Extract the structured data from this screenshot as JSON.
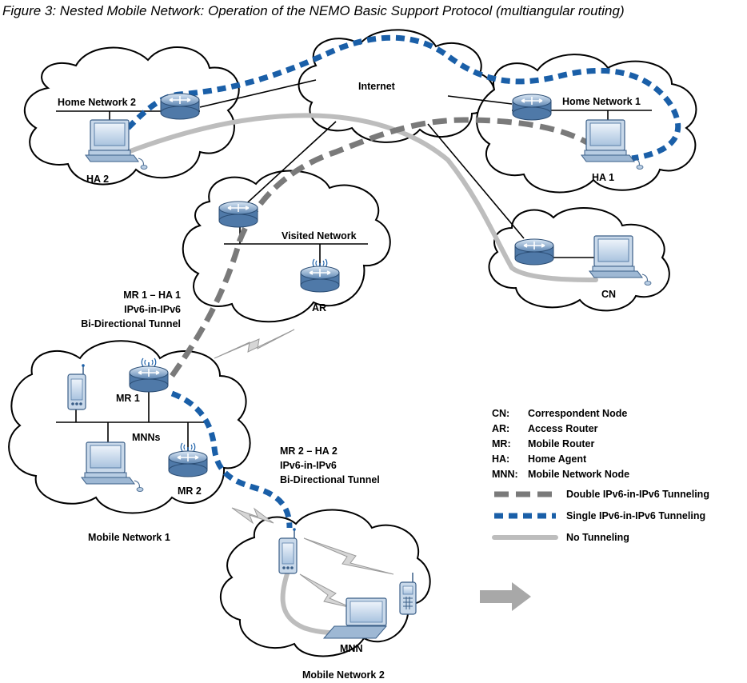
{
  "title": "Figure 3: Nested Mobile Network: Operation of the NEMO Basic Support Protocol (multiangular routing)",
  "clouds": {
    "internet": "Internet",
    "home_network_2": "Home Network 2",
    "home_network_1": "Home Network 1",
    "visited_network": "Visited Network",
    "mobile_network_1": "Mobile Network 1",
    "mobile_network_2": "Mobile Network 2"
  },
  "nodes": {
    "ha2": "HA 2",
    "ha1": "HA 1",
    "ar": "AR",
    "cn": "CN",
    "mr1": "MR 1",
    "mr2": "MR 2",
    "mnns": "MNNs",
    "mnn": "MNN"
  },
  "tunnel_labels": {
    "mr1_ha1": [
      "MR 1 – HA 1",
      "IPv6-in-IPv6",
      "Bi-Directional Tunnel"
    ],
    "mr2_ha2": [
      "MR 2 – HA 2",
      "IPv6-in-IPv6",
      "Bi-Directional Tunnel"
    ]
  },
  "legend": {
    "abbreviations": [
      {
        "abbr": "CN:",
        "meaning": "Correspondent Node"
      },
      {
        "abbr": "AR:",
        "meaning": "Access Router"
      },
      {
        "abbr": "MR:",
        "meaning": "Mobile Router"
      },
      {
        "abbr": "HA:",
        "meaning": "Home Agent"
      },
      {
        "abbr": "MNN:",
        "meaning": "Mobile Network Node"
      }
    ],
    "lines": [
      {
        "style": "double",
        "label": "Double IPv6-in-IPv6 Tunneling",
        "color": "#7a7a7a"
      },
      {
        "style": "single",
        "label": "Single IPv6-in-IPv6 Tunneling",
        "color": "#1a5fa8"
      },
      {
        "style": "none",
        "label": "No Tunneling",
        "color": "#bdbdbd"
      }
    ]
  }
}
